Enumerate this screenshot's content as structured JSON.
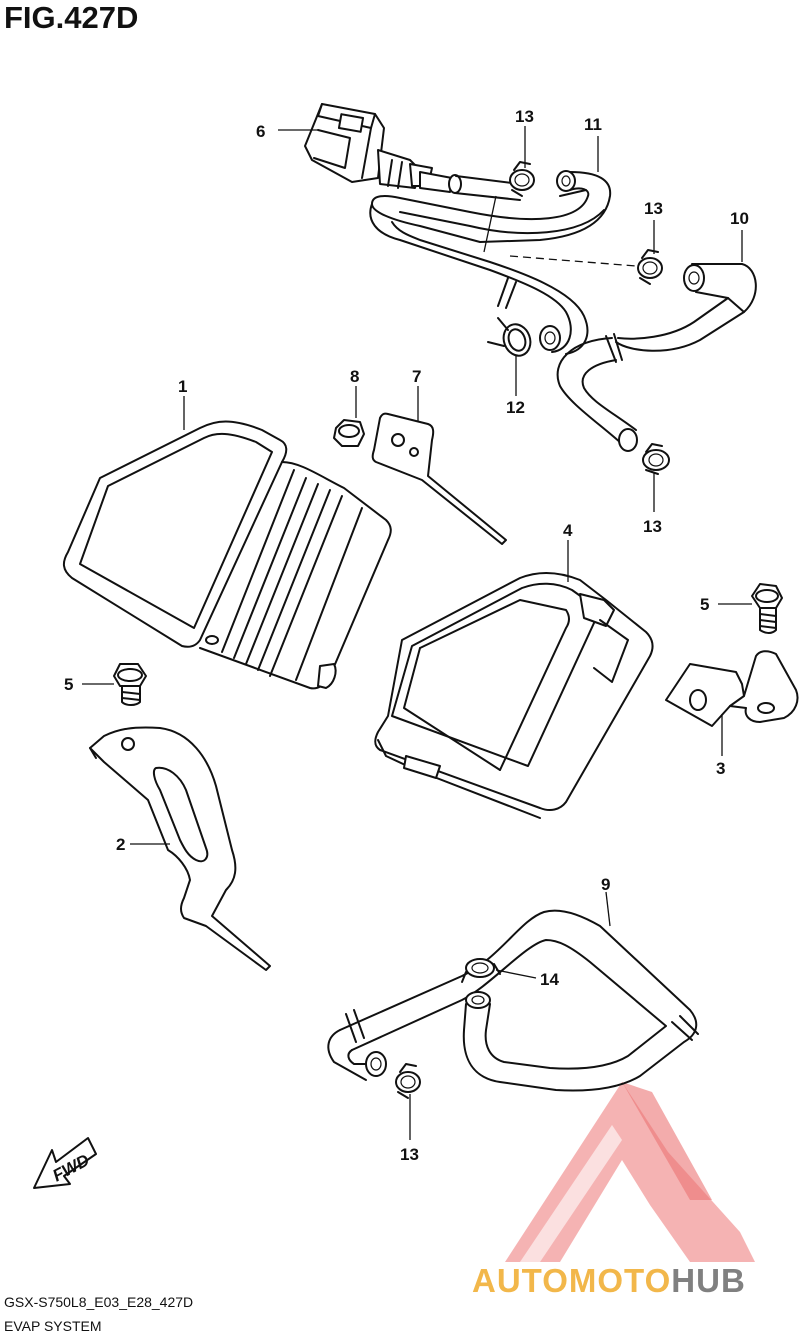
{
  "figure": {
    "title": "FIG.427D",
    "code": "GSX-S750L8_E03_E28_427D",
    "name": "EVAP SYSTEM"
  },
  "callouts": {
    "c1": "1",
    "c2": "2",
    "c3": "3",
    "c4": "4",
    "c5a": "5",
    "c5b": "5",
    "c6": "6",
    "c7": "7",
    "c8": "8",
    "c9": "9",
    "c10": "10",
    "c11": "11",
    "c12": "12",
    "c13a": "13",
    "c13b": "13",
    "c13c": "13",
    "c13d": "13",
    "c14": "14"
  },
  "fwd_label": "FWD",
  "watermark": {
    "part1": "AUTOMOTO",
    "part2": "HUB",
    "color_triangle": "#f08080",
    "color_text1": "#f2b74a",
    "color_text2": "#808080"
  }
}
